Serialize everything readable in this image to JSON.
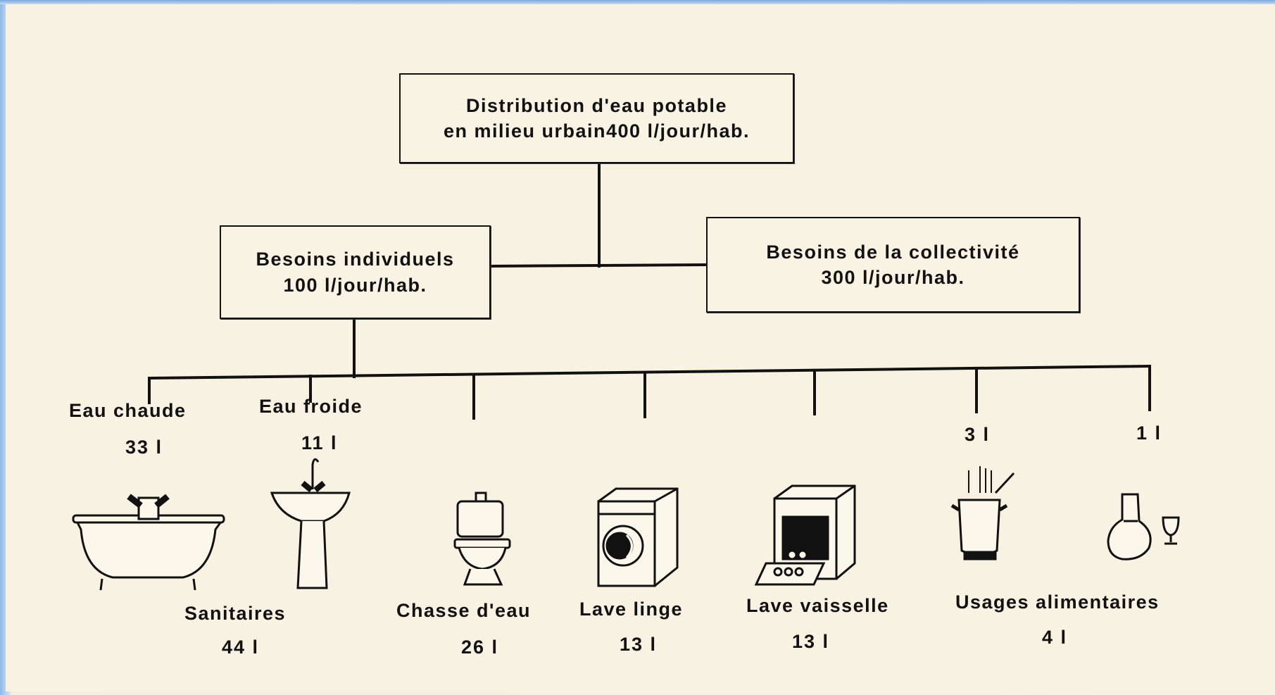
{
  "top_box": {
    "line1": "Distribution d'eau potable",
    "line2": "en milieu urbain400 l/jour/hab."
  },
  "left_box": {
    "line1": "Besoins individuels",
    "line2": "100 l/jour/hab."
  },
  "right_box": {
    "line1": "Besoins de la collectivité",
    "line2": "300 l/jour/hab."
  },
  "branches": {
    "eau_chaude": {
      "label": "Eau chaude",
      "value": "33 l",
      "icon": "bathtub-icon"
    },
    "eau_froide": {
      "label": "Eau froide",
      "value": "11 l",
      "icon": "washbasin-icon"
    },
    "chasse": {
      "icon": "toilet-icon"
    },
    "lave_linge": {
      "icon": "washing-machine-icon"
    },
    "lave_vaisselle": {
      "icon": "dishwasher-icon"
    },
    "cuisson": {
      "value": "3 l",
      "icon": "cooking-pot-icon"
    },
    "boisson": {
      "value": "1 l",
      "icon": "carafe-glass-icon"
    }
  },
  "groups": {
    "sanitaires": {
      "label": "Sanitaires",
      "value": "44 l"
    },
    "chasse_eau": {
      "label": "Chasse d'eau",
      "value": "26 l"
    },
    "lave_linge": {
      "label": "Lave linge",
      "value": "13 l"
    },
    "lave_vaisselle": {
      "label": "Lave vaisselle",
      "value": "13 l"
    },
    "usages_alimentaires": {
      "label": "Usages alimentaires",
      "value": "4 l"
    }
  }
}
